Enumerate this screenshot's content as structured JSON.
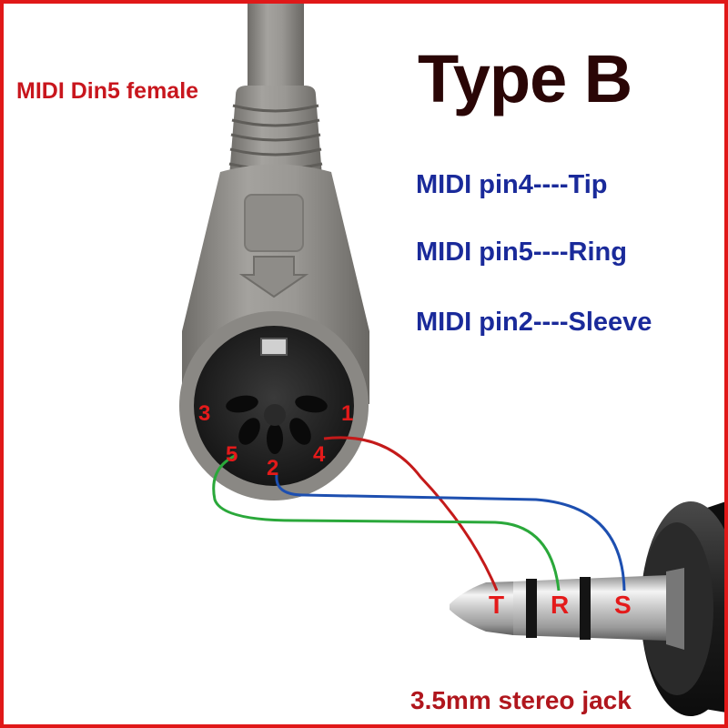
{
  "title": "Type B",
  "connector_label": "MIDI Din5 female",
  "mappings": [
    "MIDI pin4----Tip",
    "MIDI pin5----Ring",
    "MIDI pin2----Sleeve"
  ],
  "pins": [
    "1",
    "2",
    "3",
    "4",
    "5"
  ],
  "jack_terminals": {
    "tip": "T",
    "ring": "R",
    "sleeve": "S"
  },
  "jack_label": "3.5mm stereo jack",
  "colors": {
    "frame": "#e01818",
    "title": "#2a0606",
    "labels_red": "#c8161d",
    "mapping_blue": "#1a2a9a",
    "wire_tip": "#c41a1a",
    "wire_ring": "#2aa83a",
    "wire_sleeve": "#1d4fb0",
    "cable_grey": "#9a9894"
  }
}
